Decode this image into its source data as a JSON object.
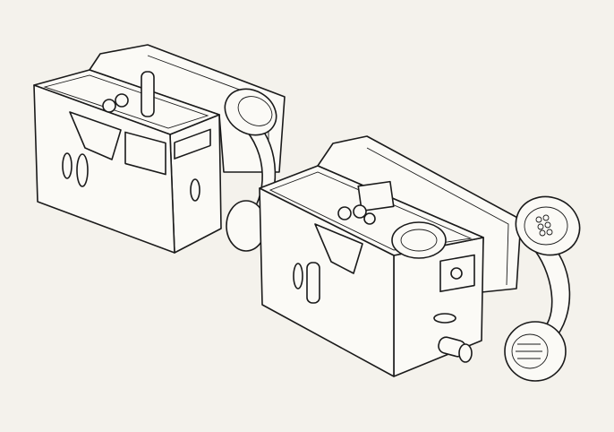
{
  "colors": {
    "paper": "#f4f2ec",
    "ink": "#1a1a1a"
  },
  "illustration": {
    "subjects": [
      {
        "id": "unit-rear",
        "parts": [
          "case",
          "handset",
          "terminals",
          "cradle"
        ]
      },
      {
        "id": "unit-front",
        "parts": [
          "case",
          "handset",
          "terminals",
          "crank",
          "cradle",
          "coil"
        ]
      }
    ]
  }
}
